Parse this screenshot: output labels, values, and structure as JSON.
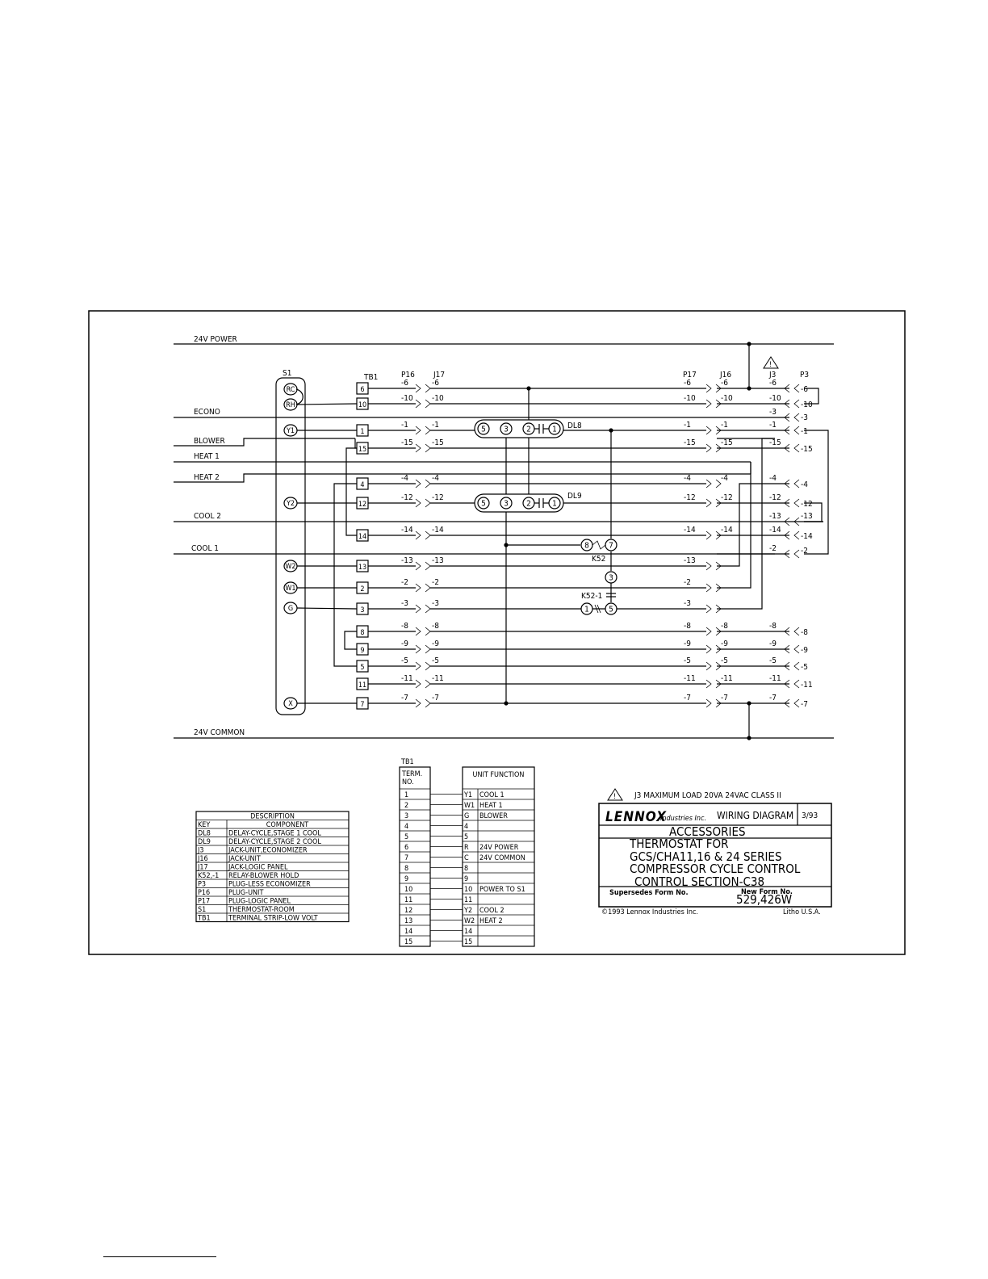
{
  "rails": {
    "power": "24V POWER",
    "common": "24V COMMON"
  },
  "inputs": [
    "ECONO",
    "BLOWER",
    "HEAT 1",
    "HEAT 2",
    "COOL 2",
    "COOL 1"
  ],
  "thermostat": {
    "name": "S1",
    "terminals": [
      "RC",
      "RH",
      "Y1",
      "Y2",
      "W2",
      "W1",
      "G",
      "X"
    ]
  },
  "connector_headers": {
    "tb1": "TB1",
    "p16": "P16",
    "j17": "J17",
    "p17": "P17",
    "j16": "J16",
    "j3": "J3",
    "p3": "P3"
  },
  "tb1_rows": [
    "6",
    "10",
    "1",
    "15",
    "4",
    "12",
    "14",
    "13",
    "2",
    "3",
    "8",
    "9",
    "5",
    "11",
    "7"
  ],
  "plug_labels": [
    "-6",
    "-10",
    "-1",
    "-15",
    "-4",
    "-12",
    "-14",
    "-13",
    "-2",
    "-3",
    "-8",
    "-9",
    "-5",
    "-11",
    "-7"
  ],
  "j3_labels": [
    "-6",
    "-10",
    "-3",
    "-1",
    "-15",
    "-4",
    "-12",
    "-13",
    "-14",
    "-2",
    "-8",
    "-9",
    "-5",
    "-11",
    "-7"
  ],
  "delays": {
    "dl8": {
      "label": "DL8",
      "pins": [
        "5",
        "3",
        "2",
        "1"
      ]
    },
    "dl9": {
      "label": "DL9",
      "pins": [
        "5",
        "3",
        "2",
        "1"
      ]
    }
  },
  "relay": {
    "label": "K52",
    "pins": [
      "8",
      "7",
      "3"
    ],
    "contact_label": "K52-1",
    "contact_pins": [
      "1",
      "5"
    ]
  },
  "warning_note": "J3 MAXIMUM LOAD 20VA 24VAC CLASS II",
  "description_table": {
    "title": "DESCRIPTION",
    "headers": [
      "KEY",
      "COMPONENT"
    ],
    "rows": [
      [
        "DL8",
        "DELAY-CYCLE,STAGE 1 COOL"
      ],
      [
        "DL9",
        "DELAY-CYCLE,STAGE 2 COOL"
      ],
      [
        "J3",
        "JACK-UNIT,ECONOMIZER"
      ],
      [
        "J16",
        "JACK-UNIT"
      ],
      [
        "J17",
        "JACK-LOGIC PANEL"
      ],
      [
        "K52,-1",
        "RELAY-BLOWER HOLD"
      ],
      [
        "P3",
        "PLUG-LESS ECONOMIZER"
      ],
      [
        "P16",
        "PLUG-UNIT"
      ],
      [
        "P17",
        "PLUG-LOGIC PANEL"
      ],
      [
        "S1",
        "THERMOSTAT-ROOM"
      ],
      [
        "TB1",
        "TERMINAL STRIP-LOW VOLT"
      ]
    ]
  },
  "terminal_table": {
    "title": "TB1",
    "term_header": [
      "TERM.",
      "NO."
    ],
    "function_header": "UNIT FUNCTION",
    "terms": [
      "1",
      "2",
      "3",
      "4",
      "5",
      "6",
      "7",
      "8",
      "9",
      "10",
      "11",
      "12",
      "13",
      "14",
      "15"
    ],
    "functions": [
      [
        "Y1",
        "COOL 1"
      ],
      [
        "W1",
        "HEAT 1"
      ],
      [
        "G",
        "BLOWER"
      ],
      [
        "4",
        ""
      ],
      [
        "5",
        ""
      ],
      [
        "R",
        "24V POWER"
      ],
      [
        "C",
        "24V COMMON"
      ],
      [
        "8",
        ""
      ],
      [
        "9",
        ""
      ],
      [
        "10",
        "POWER TO S1"
      ],
      [
        "11",
        ""
      ],
      [
        "Y2",
        "COOL 2"
      ],
      [
        "W2",
        "HEAT 2"
      ],
      [
        "14",
        ""
      ],
      [
        "15",
        ""
      ]
    ]
  },
  "title_block": {
    "brand": "LENNOX",
    "brand_sub": "Industries Inc.",
    "kind": "WIRING DIAGRAM",
    "date": "3/93",
    "category": "ACCESSORIES",
    "lines": [
      "THERMOSTAT FOR",
      "GCS/CHA11,16 & 24 SERIES",
      "COMPRESSOR CYCLE CONTROL",
      "CONTROL SECTION-C38"
    ],
    "supersedes_label": "Supersedes Form No.",
    "new_form_label": "New Form No.",
    "form_number": "529,426W",
    "copyright": "©1993 Lennox Industries Inc.",
    "litho": "Litho U.S.A."
  }
}
